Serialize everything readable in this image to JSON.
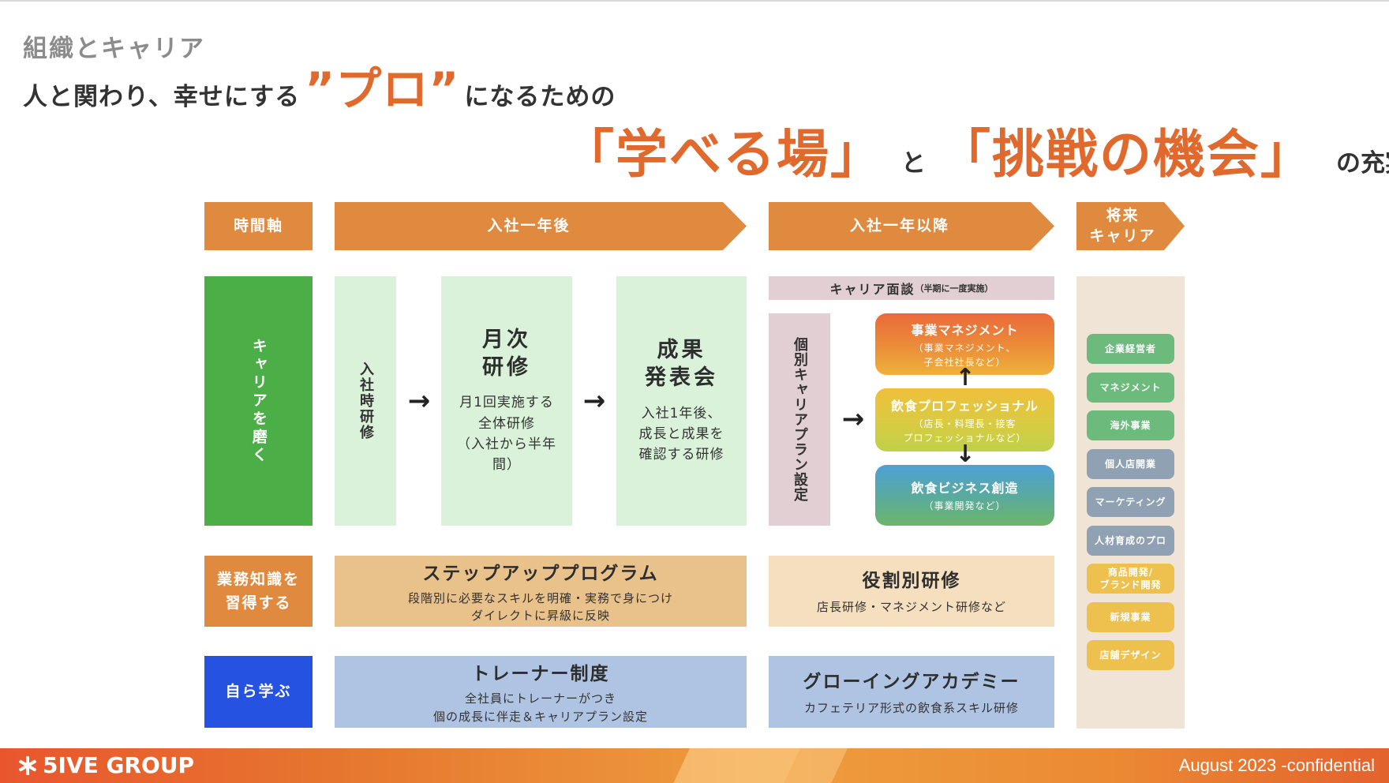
{
  "header": {
    "section_label": "組織とキャリア",
    "headline_prefix": "人と関わり、幸せにする",
    "headline_accent": "”プロ”",
    "headline_suffix": "になるための",
    "tagline_part1": "「学べる場」",
    "tagline_connector": "と",
    "tagline_part2": "「挑戦の機会」",
    "tagline_suffix": "の充実。"
  },
  "timeline": {
    "axis_label": "時間軸",
    "phase1": "入社一年後",
    "phase2": "入社一年以降",
    "phase3_line1": "将来",
    "phase3_line2": "キャリア"
  },
  "rows": {
    "career": {
      "label": "キャリアを磨く",
      "onboarding": "入社時研修",
      "monthly_title_1": "月次",
      "monthly_title_2": "研修",
      "monthly_desc_1": "月1回実施する",
      "monthly_desc_2": "全体研修",
      "monthly_desc_3": "（入社から半年",
      "monthly_desc_4": "間）",
      "results_title_1": "成果",
      "results_title_2": "発表会",
      "results_desc_1": "入社1年後、",
      "results_desc_2": "成長と成果を",
      "results_desc_3": "確認する研修",
      "interview_main": "キャリア面談",
      "interview_note": "（半期に一度実施）",
      "individual_plan": "個別キャリアプラン設定",
      "paths": [
        {
          "title": "事業マネジメント",
          "sub1": "（事業マネジメント、",
          "sub2": "子会社社長など）"
        },
        {
          "title": "飲食プロフェッショナル",
          "sub1": "（店長・料理長・接客",
          "sub2": "プロフェッショナルなど）"
        },
        {
          "title": "飲食ビジネス創造",
          "sub1": "（事業開発など）",
          "sub2": ""
        }
      ]
    },
    "knowledge": {
      "label_line1": "業務知識を",
      "label_line2": "習得する",
      "program_title": "ステップアッププログラム",
      "program_desc_1": "段階別に必要なスキルを明確・実務で身につけ",
      "program_desc_2": "ダイレクトに昇級に反映",
      "role_title": "役割別研修",
      "role_desc": "店長研修・マネジメント研修など"
    },
    "self": {
      "label": "自ら学ぶ",
      "trainer_title": "トレーナー制度",
      "trainer_desc_1": "全社員にトレーナーがつき",
      "trainer_desc_2": "個の成長に伴走＆キャリアプラン設定",
      "academy_title": "グローイングアカデミー",
      "academy_desc": "カフェテリア形式の飲食系スキル研修"
    }
  },
  "future_careers": [
    {
      "line1": "企業経営者",
      "line2": "",
      "color": "#6cba7c"
    },
    {
      "line1": "マネジメント",
      "line2": "",
      "color": "#6cba7c"
    },
    {
      "line1": "海外事業",
      "line2": "",
      "color": "#6cba7c"
    },
    {
      "line1": "個人店開業",
      "line2": "",
      "color": "#8fa1b3"
    },
    {
      "line1": "マーケティング",
      "line2": "",
      "color": "#8fa1b3"
    },
    {
      "line1": "人材育成のプロ",
      "line2": "",
      "color": "#8fa1b3"
    },
    {
      "line1": "商品開発/",
      "line2": "ブランド開発",
      "color": "#eec14e"
    },
    {
      "line1": "新規事業",
      "line2": "",
      "color": "#eec14e"
    },
    {
      "line1": "店舗デザイン",
      "line2": "",
      "color": "#eec14e"
    }
  ],
  "footer": {
    "brand": "5IVE GROUP",
    "confidential": "August 2023 -confidential"
  },
  "colors": {
    "accent": "#e06a2e",
    "header_orange": "#e08a3f",
    "career_green": "#4cae47",
    "self_blue": "#2552e0"
  }
}
